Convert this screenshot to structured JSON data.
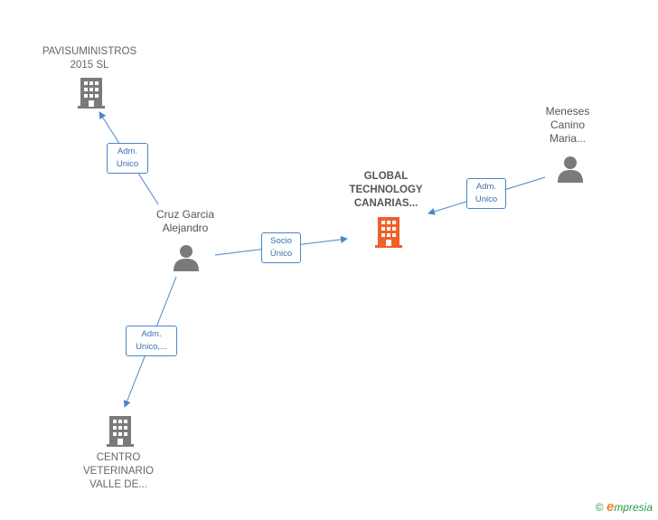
{
  "nodes": {
    "pavisuministros": {
      "label": "PAVISUMINISTROS\n2015  SL",
      "icon": "building-icon",
      "color": "#7a7a7a"
    },
    "global": {
      "label": "GLOBAL\nTECHNOLOGY\nCANARIAS...",
      "icon": "building-icon",
      "color": "#f0602a"
    },
    "meneses": {
      "label": "Meneses\nCanino\nMaria...",
      "icon": "person-icon",
      "color": "#7a7a7a"
    },
    "cruz": {
      "label": "Cruz Garcia\nAlejandro",
      "icon": "person-icon",
      "color": "#7a7a7a"
    },
    "centro": {
      "label": "CENTRO\nVETERINARIO\nVALLE DE...",
      "icon": "building-icon",
      "color": "#7a7a7a"
    }
  },
  "edges": {
    "cruz_pavi": "Adm.\nUnico",
    "cruz_global": "Socio\nÚnico",
    "meneses_global": "Adm.\nUnico",
    "cruz_centro": "Adm.\nUnico,..."
  },
  "footer": {
    "copyright": "©",
    "brand_first": "e",
    "brand_rest": "mpresia"
  },
  "colors": {
    "edge": "#4a86c8"
  }
}
